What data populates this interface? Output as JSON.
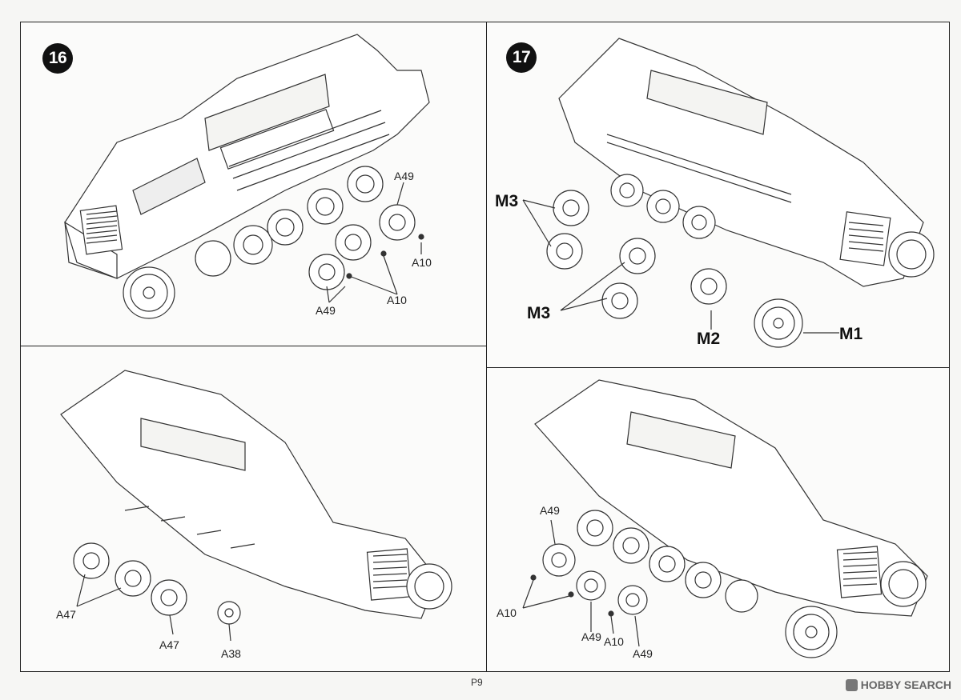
{
  "page": {
    "number": "P9"
  },
  "steps": [
    {
      "badge": "16"
    },
    {
      "badge": "17"
    }
  ],
  "panels": {
    "top_left": {
      "labels": [
        "A49",
        "A10",
        "A10",
        "A49"
      ]
    },
    "top_right": {
      "labels": [
        "M3",
        "M3",
        "M2",
        "M1"
      ]
    },
    "bottom_left": {
      "labels": [
        "A47",
        "A47",
        "A38"
      ]
    },
    "bottom_right": {
      "labels": [
        "A49",
        "A10",
        "A49",
        "A10",
        "A49"
      ]
    }
  },
  "watermark": {
    "text": "HOBBY SEARCH"
  }
}
